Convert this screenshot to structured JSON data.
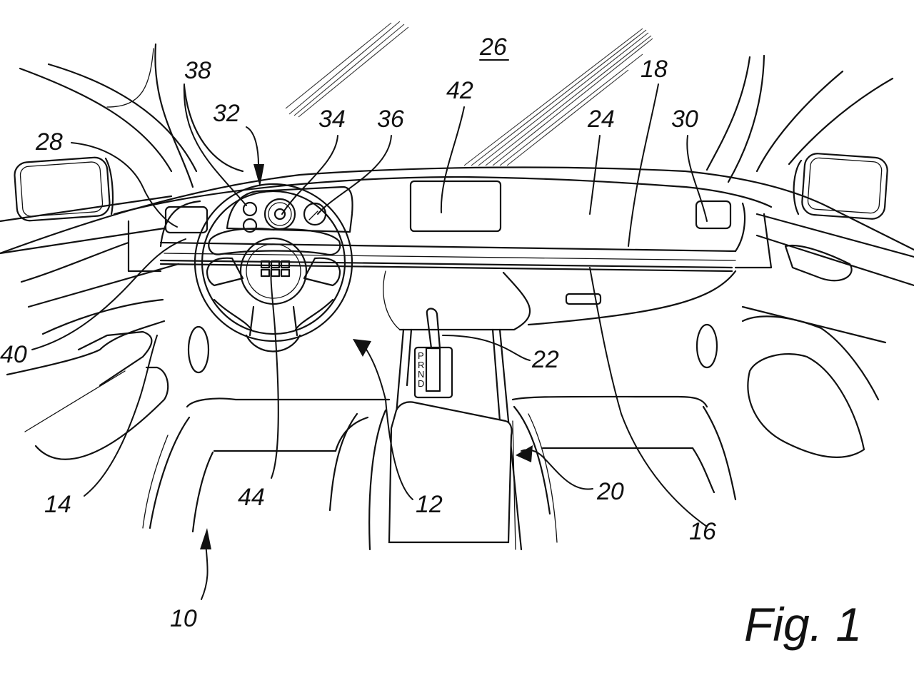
{
  "figure": {
    "caption": "Fig. 1",
    "subject": "vehicle interior with dashboard, steering wheel, displays and center console",
    "colors": {
      "line": "#111111",
      "background": "#ffffff"
    }
  },
  "reference_numerals": {
    "n10": "10",
    "n12": "12",
    "n14": "14",
    "n16": "16",
    "n18": "18",
    "n20": "20",
    "n22": "22",
    "n24": "24",
    "n26": "26",
    "n28": "28",
    "n30": "30",
    "n32": "32",
    "n34": "34",
    "n36": "36",
    "n38": "38",
    "n40": "40",
    "n42": "42",
    "n44": "44"
  },
  "gear_selector": {
    "positions": [
      "P",
      "R",
      "N",
      "D"
    ]
  }
}
